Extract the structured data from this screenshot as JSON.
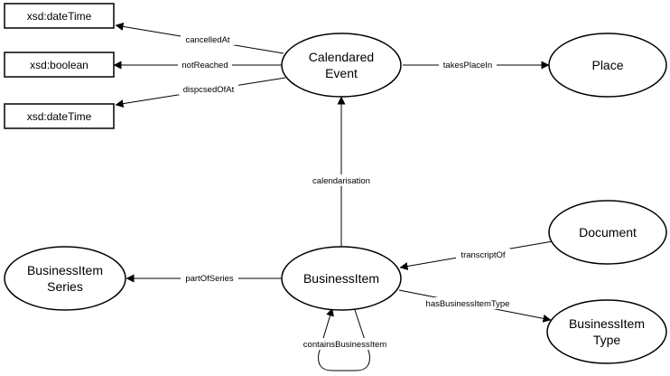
{
  "nodes": {
    "calendared_event": {
      "line1": "Calendared",
      "line2": "Event"
    },
    "place": {
      "label": "Place"
    },
    "document": {
      "label": "Document"
    },
    "business_item": {
      "label": "BusinessItem"
    },
    "business_item_series": {
      "line1": "BusinessItem",
      "line2": "Series"
    },
    "business_item_type": {
      "line1": "BusinessItem",
      "line2": "Type"
    },
    "literal_datetime_1": {
      "label": "xsd:dateTime"
    },
    "literal_boolean": {
      "label": "xsd:boolean"
    },
    "literal_datetime_2": {
      "label": "xsd:dateTime"
    }
  },
  "edges": {
    "cancelled_at": "cancelledAt",
    "not_reached": "notReached",
    "disposed_of_at": "dispcsedOfAt",
    "takes_place_in": "takesPlaceIn",
    "calendarisation": "calendarisation",
    "transcript_of": "transcriptOf",
    "part_of_series": "partOfSeries",
    "has_business_item_type": "hasBusinessItemType",
    "contains_business_item": "containsBusinessItem"
  }
}
